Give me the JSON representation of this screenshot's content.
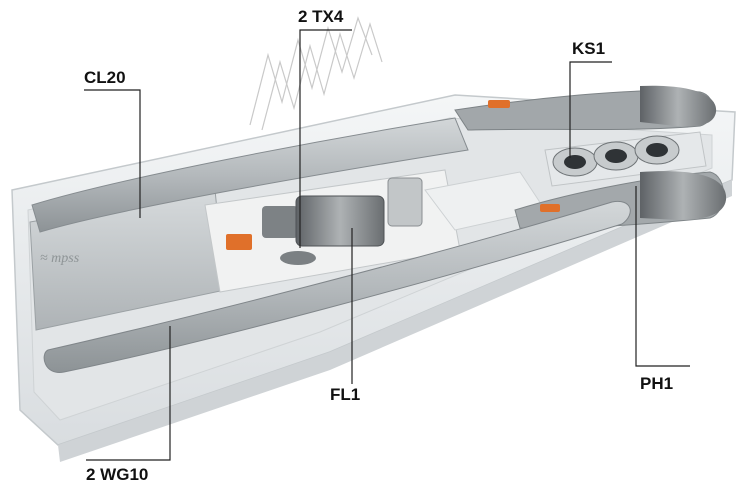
{
  "labels": {
    "cl20": "CL20",
    "tx4": "2 TX4",
    "ks1": "KS1",
    "fl1": "FL1",
    "ph1": "PH1",
    "wg10": "2 WG10"
  },
  "colors": {
    "tray": "#e9ecee",
    "actuator": "#b7bcbe",
    "actuator_dark": "#6b7175",
    "accent_orange": "#e0702a",
    "leader_line": "#222222"
  }
}
